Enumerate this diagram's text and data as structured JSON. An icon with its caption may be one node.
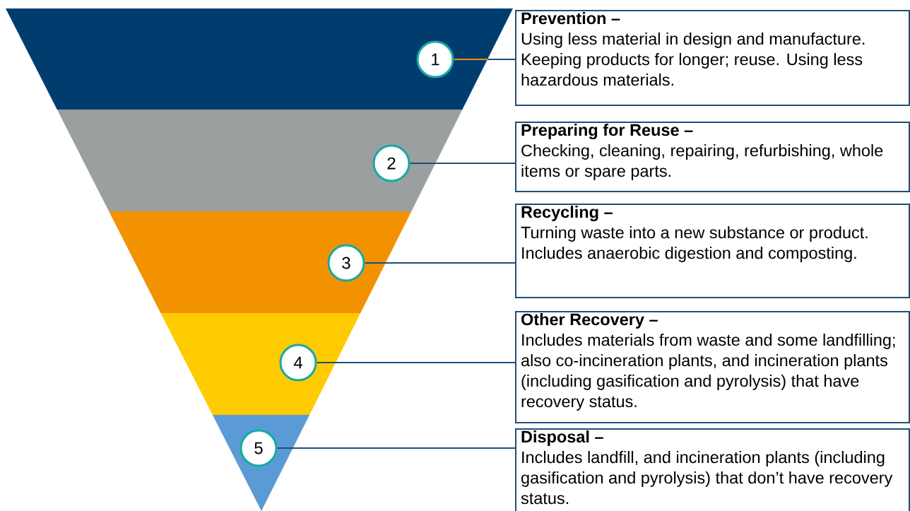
{
  "diagram": {
    "nodes": [
      {
        "text": [
          "1"
        ]
      },
      {
        "text": [
          "2"
        ]
      },
      {
        "text": [
          "3"
        ]
      },
      {
        "text": [
          "4"
        ]
      },
      {
        "text": [
          "5"
        ]
      },
      {
        "text": [
          "Prevention –",
          "Using less material in design and manufacture. Keeping products for longer; reuse. Using less hazardous materials."
        ]
      },
      {
        "text": [
          "Preparing for Reuse –",
          "Checking, cleaning, repairing, refurbishing, whole items or spare parts."
        ]
      },
      {
        "text": [
          "Recycling –",
          "Turning waste into a new substance or product. Includes anaerobic digestion and composting."
        ]
      },
      {
        "text": [
          "Other Recovery –",
          "Includes materials from waste and some landfilling; also co-incineration plants, and incineration plants (including gasification and pyrolysis) that have recovery status."
        ]
      },
      {
        "text": [
          "Disposal –",
          "Includes landfill, and incineration plants (including gasification and pyrolysis) that don’t have recovery status."
        ]
      }
    ],
    "edges": [
      {
        "from": 0,
        "to": 5,
        "arrow": "none"
      },
      {
        "from": 1,
        "to": 6,
        "arrow": "none"
      },
      {
        "from": 2,
        "to": 7,
        "arrow": "none"
      },
      {
        "from": 3,
        "to": 8,
        "arrow": "none"
      },
      {
        "from": 4,
        "to": 9,
        "arrow": "none"
      }
    ]
  }
}
